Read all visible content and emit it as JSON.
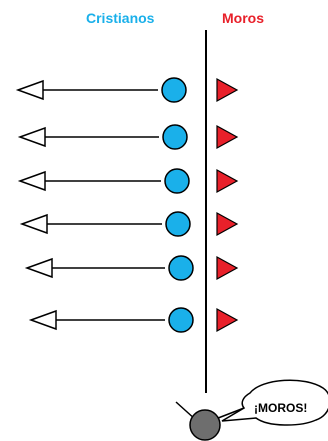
{
  "headers": {
    "left": "Cristianos",
    "right": "Moros"
  },
  "colors": {
    "cristianos": "#1ab0ea",
    "moros": "#e8202a",
    "line": "#000000",
    "figure": "#6e6e6e"
  },
  "rows": [
    {
      "cristiano": "circle",
      "moro": "triangle",
      "arrow": "left"
    },
    {
      "cristiano": "circle",
      "moro": "triangle",
      "arrow": "left"
    },
    {
      "cristiano": "circle",
      "moro": "triangle",
      "arrow": "left"
    },
    {
      "cristiano": "circle",
      "moro": "triangle",
      "arrow": "left"
    },
    {
      "cristiano": "circle",
      "moro": "triangle",
      "arrow": "left"
    },
    {
      "cristiano": "circle",
      "moro": "triangle",
      "arrow": "left"
    }
  ],
  "speech": {
    "text": "¡MOROS!"
  }
}
